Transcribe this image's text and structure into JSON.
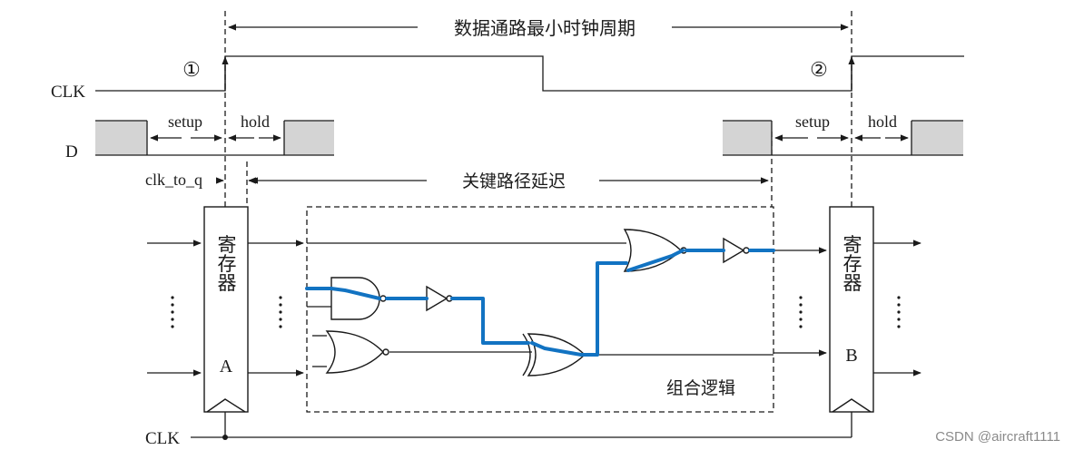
{
  "title_top": "数据通路最小时钟周期",
  "edge_1": "①",
  "edge_2": "②",
  "clk_label": "CLK",
  "d_label": "D",
  "setup_label": "setup",
  "hold_label": "hold",
  "clk_to_q_label": "clk_to_q",
  "critical_path_label": "关键路径延迟",
  "register_a": {
    "name": "寄存器",
    "id": "A"
  },
  "register_b": {
    "name": "寄存器",
    "id": "B"
  },
  "comb_logic_label": "组合逻辑",
  "clk_bottom_label": "CLK",
  "watermark": "CSDN @aircraft1111",
  "colors": {
    "critical_path": "#1273c2",
    "hold_region": "#d4d4d4",
    "line": "#1a1a1a"
  }
}
